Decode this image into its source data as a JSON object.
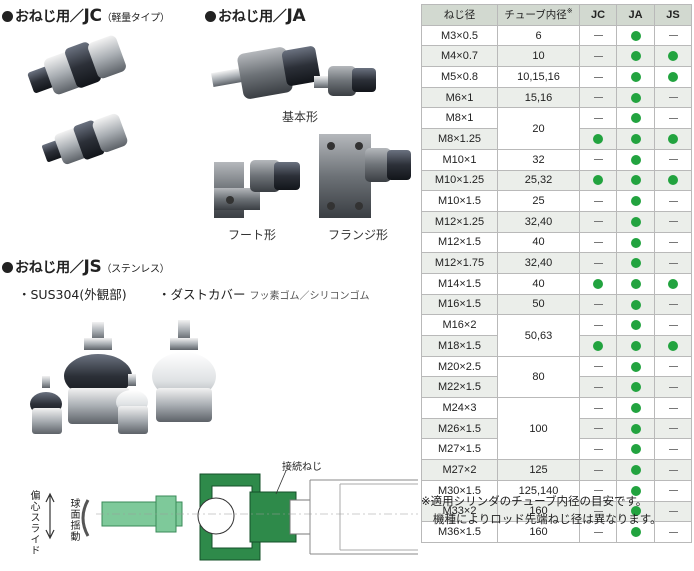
{
  "sections": {
    "jc": {
      "prefix": "おねじ用／",
      "code": "JC",
      "note": "（軽量タイプ）"
    },
    "ja": {
      "prefix": "おねじ用／",
      "code": "JA"
    },
    "js": {
      "prefix": "おねじ用／",
      "code": "JS",
      "note": "（ステンレス）"
    }
  },
  "captions": {
    "basic": "基本形",
    "foot": "フート形",
    "flange": "フランジ形"
  },
  "features": {
    "sus": "・SUS304(外観部)",
    "dust": "・ダストカバー",
    "dust_note": "フッ素ゴム／シリコンゴム"
  },
  "diagram": {
    "callout": "接続ねじ",
    "label_eccentric": "偏心スライド",
    "label_spherical": "球面揺動"
  },
  "table": {
    "headers": {
      "thread": "ねじ径",
      "bore": "チューブ内径",
      "bore_mark": "※",
      "jc": "JC",
      "ja": "JA",
      "js": "JS"
    },
    "rows": [
      {
        "thread": "M3×0.5",
        "bore": "6",
        "span": 1,
        "jc": false,
        "ja": true,
        "js": false
      },
      {
        "thread": "M4×0.7",
        "bore": "10",
        "span": 1,
        "jc": false,
        "ja": true,
        "js": true
      },
      {
        "thread": "M5×0.8",
        "bore": "10,15,16",
        "span": 1,
        "jc": false,
        "ja": true,
        "js": true
      },
      {
        "thread": "M6×1",
        "bore": "15,16",
        "span": 1,
        "jc": false,
        "ja": true,
        "js": false
      },
      {
        "thread": "M8×1",
        "bore": "20",
        "span": 2,
        "jc": false,
        "ja": true,
        "js": false
      },
      {
        "thread": "M8×1.25",
        "bore": null,
        "span": 0,
        "jc": true,
        "ja": true,
        "js": true
      },
      {
        "thread": "M10×1",
        "bore": "32",
        "span": 1,
        "jc": false,
        "ja": true,
        "js": false
      },
      {
        "thread": "M10×1.25",
        "bore": "25,32",
        "span": 1,
        "jc": true,
        "ja": true,
        "js": true
      },
      {
        "thread": "M10×1.5",
        "bore": "25",
        "span": 1,
        "jc": false,
        "ja": true,
        "js": false
      },
      {
        "thread": "M12×1.25",
        "bore": "32,40",
        "span": 1,
        "jc": false,
        "ja": true,
        "js": false
      },
      {
        "thread": "M12×1.5",
        "bore": "40",
        "span": 1,
        "jc": false,
        "ja": true,
        "js": false
      },
      {
        "thread": "M12×1.75",
        "bore": "32,40",
        "span": 1,
        "jc": false,
        "ja": true,
        "js": false
      },
      {
        "thread": "M14×1.5",
        "bore": "40",
        "span": 1,
        "jc": true,
        "ja": true,
        "js": true
      },
      {
        "thread": "M16×1.5",
        "bore": "50",
        "span": 1,
        "jc": false,
        "ja": true,
        "js": false
      },
      {
        "thread": "M16×2",
        "bore": "50,63",
        "span": 2,
        "jc": false,
        "ja": true,
        "js": false
      },
      {
        "thread": "M18×1.5",
        "bore": null,
        "span": 0,
        "jc": true,
        "ja": true,
        "js": true
      },
      {
        "thread": "M20×2.5",
        "bore": "80",
        "span": 2,
        "jc": false,
        "ja": true,
        "js": false
      },
      {
        "thread": "M22×1.5",
        "bore": null,
        "span": 0,
        "jc": false,
        "ja": true,
        "js": false
      },
      {
        "thread": "M24×3",
        "bore": "100",
        "span": 3,
        "jc": false,
        "ja": true,
        "js": false
      },
      {
        "thread": "M26×1.5",
        "bore": null,
        "span": 0,
        "jc": false,
        "ja": true,
        "js": false
      },
      {
        "thread": "M27×1.5",
        "bore": null,
        "span": 0,
        "jc": false,
        "ja": true,
        "js": false
      },
      {
        "thread": "M27×2",
        "bore": "125",
        "span": 1,
        "jc": false,
        "ja": true,
        "js": false
      },
      {
        "thread": "M30×1.5",
        "bore": "125,140",
        "span": 1,
        "jc": false,
        "ja": true,
        "js": false
      },
      {
        "thread": "M33×2",
        "bore": "160",
        "span": 1,
        "jc": false,
        "ja": true,
        "js": false
      },
      {
        "thread": "M36×1.5",
        "bore": "160",
        "span": 1,
        "jc": false,
        "ja": true,
        "js": false
      }
    ]
  },
  "footnote": {
    "line1": "※適用シリンダのチューブ内径の目安です。",
    "line2": "機種によりロッド先端ねじ径は異なります。"
  },
  "colors": {
    "available": "#22a33f",
    "header_bg": "#d2d9d0",
    "row_shade": "#ebeeea"
  }
}
